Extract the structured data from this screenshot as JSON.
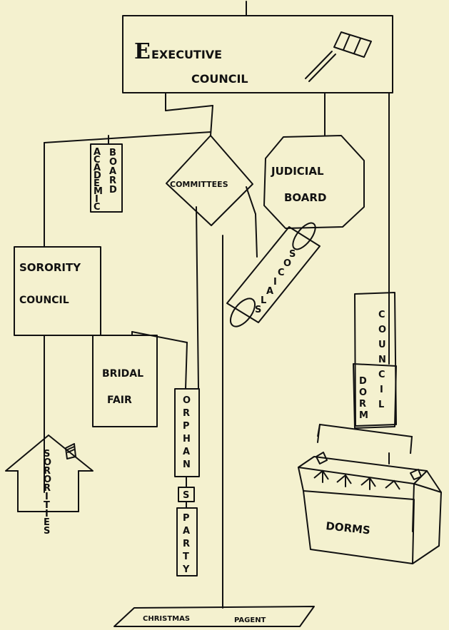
{
  "nodes": {
    "executive_council": {
      "line1": "EXECUTIVE",
      "line2": "COUNCIL"
    },
    "academic_board": {
      "col1": "ACADEMIC",
      "col2": "BOARD"
    },
    "committees": "COMMITTEES",
    "judicial_board": {
      "line1": "JUDICIAL",
      "line2": "BOARD"
    },
    "socials": "SOCIALS",
    "sorority_council": {
      "line1": "SORORITY",
      "line2": "COUNCIL"
    },
    "dorm_council": {
      "col1": "DORM",
      "col2": "COUNCIL"
    },
    "bridal_fair": {
      "line1": "BRIDAL",
      "line2": "FAIR"
    },
    "orphans": "ORPHANS",
    "party": "PARTY",
    "sororities": "SORORITIES",
    "dorms": "DORMS",
    "christmas_pageant": {
      "left": "CHRISTMAS",
      "right": "PAGENT"
    }
  },
  "icons": [
    "gavel-icon",
    "house-icon",
    "dorm-building-icon",
    "scroll-icon"
  ]
}
